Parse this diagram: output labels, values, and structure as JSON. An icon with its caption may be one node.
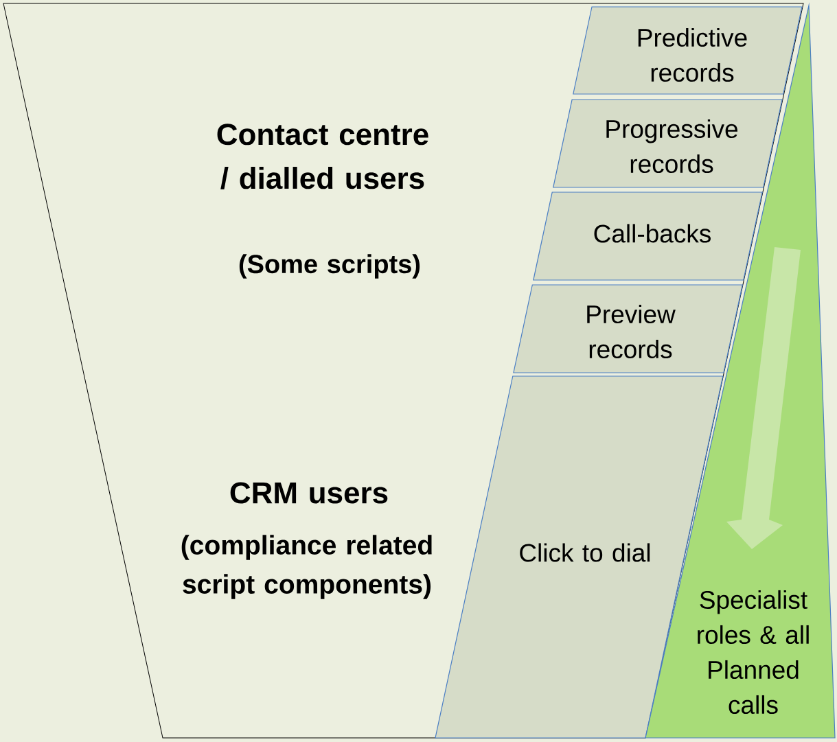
{
  "diagram": {
    "nodes": [
      {
        "text": [
          "Contact centre / dialled users",
          "(Some scripts)",
          "CRM users",
          "(compliance related script components)"
        ]
      },
      {
        "text": [
          "Predictive records"
        ],
        "in": 0
      },
      {
        "text": [
          "Progressive records"
        ],
        "in": 0
      },
      {
        "text": [
          "Call-backs"
        ],
        "in": 0
      },
      {
        "text": [
          "Preview records"
        ],
        "in": 0
      },
      {
        "text": [
          "Click to dial"
        ],
        "in": 0
      },
      {
        "text": [
          "Specialist roles & all Planned calls"
        ]
      }
    ]
  }
}
